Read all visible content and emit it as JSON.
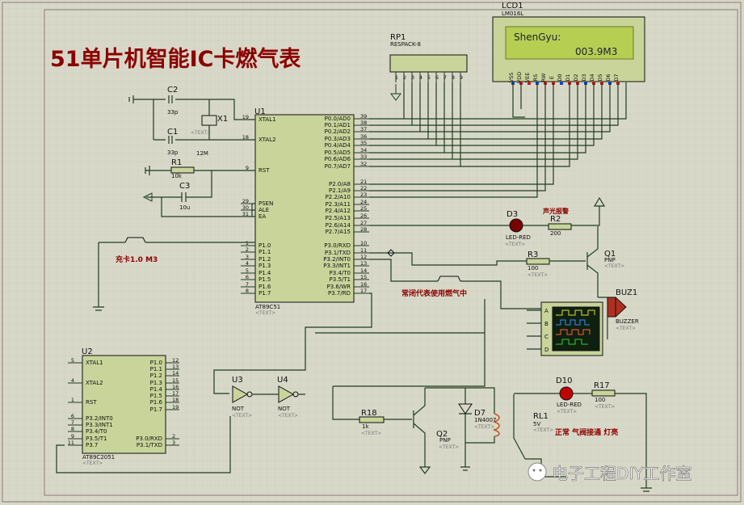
{
  "title": "51单片机智能IC卡燃气表",
  "watermark": "电子工程DIY工作室",
  "text_placeholder": "<TEXT>",
  "lcd": {
    "ref": "LCD1",
    "part": "LM016L",
    "line1": "ShenGyu:",
    "line2": "003.9M3",
    "pins": [
      "VSS",
      "VDD",
      "VEE",
      "RS",
      "RW",
      "E",
      "D0",
      "D1",
      "D2",
      "D3",
      "D4",
      "D5",
      "D6",
      "D7"
    ]
  },
  "rp1": {
    "ref": "RP1",
    "part": "RESPACK-8",
    "pins": [
      "1",
      "2",
      "3",
      "4",
      "5",
      "6",
      "7",
      "8",
      "9"
    ]
  },
  "u1": {
    "ref": "U1",
    "part": "AT89C51",
    "left_pins": [
      {
        "num": "19",
        "name": "XTAL1"
      },
      {
        "num": "18",
        "name": "XTAL2"
      },
      {
        "num": "9",
        "name": "RST"
      },
      {
        "num": "29",
        "name": "PSEN"
      },
      {
        "num": "30",
        "name": "ALE"
      },
      {
        "num": "31",
        "name": "EA"
      },
      {
        "num": "1",
        "name": "P1.0"
      },
      {
        "num": "2",
        "name": "P1.1"
      },
      {
        "num": "3",
        "name": "P1.2"
      },
      {
        "num": "4",
        "name": "P1.3"
      },
      {
        "num": "5",
        "name": "P1.4"
      },
      {
        "num": "6",
        "name": "P1.5"
      },
      {
        "num": "7",
        "name": "P1.6"
      },
      {
        "num": "8",
        "name": "P1.7"
      }
    ],
    "right_pins": [
      {
        "num": "39",
        "name": "P0.0/AD0"
      },
      {
        "num": "38",
        "name": "P0.1/AD1"
      },
      {
        "num": "37",
        "name": "P0.2/AD2"
      },
      {
        "num": "36",
        "name": "P0.3/AD3"
      },
      {
        "num": "35",
        "name": "P0.4/AD4"
      },
      {
        "num": "34",
        "name": "P0.5/AD5"
      },
      {
        "num": "33",
        "name": "P0.6/AD6"
      },
      {
        "num": "32",
        "name": "P0.7/AD7"
      },
      {
        "num": "21",
        "name": "P2.0/A8"
      },
      {
        "num": "22",
        "name": "P2.1/A9"
      },
      {
        "num": "23",
        "name": "P2.2/A10"
      },
      {
        "num": "24",
        "name": "P2.3/A11"
      },
      {
        "num": "25",
        "name": "P2.4/A12"
      },
      {
        "num": "26",
        "name": "P2.5/A13"
      },
      {
        "num": "27",
        "name": "P2.6/A14"
      },
      {
        "num": "28",
        "name": "P2.7/A15"
      },
      {
        "num": "10",
        "name": "P3.0/RXD"
      },
      {
        "num": "11",
        "name": "P3.1/TXD"
      },
      {
        "num": "12",
        "name": "P3.2/INT0"
      },
      {
        "num": "13",
        "name": "P3.3/INT1"
      },
      {
        "num": "14",
        "name": "P3.4/T0"
      },
      {
        "num": "15",
        "name": "P3.5/T1"
      },
      {
        "num": "16",
        "name": "P3.6/WR"
      },
      {
        "num": "17",
        "name": "P3.7/RD"
      }
    ]
  },
  "u2": {
    "ref": "U2",
    "part": "AT89C2051",
    "left_pins": [
      {
        "num": "5",
        "name": "XTAL1"
      },
      {
        "num": "4",
        "name": "XTAL2"
      },
      {
        "num": "1",
        "name": "RST"
      },
      {
        "num": "6",
        "name": "P3.2/INT0"
      },
      {
        "num": "7",
        "name": "P3.3/INT1"
      },
      {
        "num": "8",
        "name": "P3.4/T0"
      },
      {
        "num": "9",
        "name": "P3.5/T1"
      },
      {
        "num": "11",
        "name": "P3.7"
      }
    ],
    "right_pins": [
      {
        "num": "12",
        "name": "P1.0"
      },
      {
        "num": "13",
        "name": "P1.1"
      },
      {
        "num": "14",
        "name": "P1.2"
      },
      {
        "num": "15",
        "name": "P1.3"
      },
      {
        "num": "16",
        "name": "P1.4"
      },
      {
        "num": "17",
        "name": "P1.5"
      },
      {
        "num": "18",
        "name": "P1.6"
      },
      {
        "num": "19",
        "name": "P1.7"
      },
      {
        "num": "2",
        "name": "P3.0/RXD"
      },
      {
        "num": "3",
        "name": "P3.1/TXD"
      }
    ]
  },
  "c2": {
    "ref": "C2",
    "value": "33p"
  },
  "c1": {
    "ref": "C1",
    "value": "33p"
  },
  "x1": {
    "ref": "X1",
    "value": "12M"
  },
  "r1": {
    "ref": "R1",
    "value": "10k"
  },
  "c3": {
    "ref": "C3",
    "value": "10u"
  },
  "d3": {
    "ref": "D3",
    "part": "LED-RED"
  },
  "r2": {
    "ref": "R2",
    "value": "200"
  },
  "r3": {
    "ref": "R3",
    "value": "100"
  },
  "q1": {
    "ref": "Q1",
    "part": "PNP"
  },
  "buz1": {
    "ref": "BUZ1",
    "part": "BUZZER"
  },
  "scope": {
    "channels": [
      "A",
      "B",
      "C",
      "D"
    ]
  },
  "u3": {
    "ref": "U3",
    "part": "NOT"
  },
  "u4": {
    "ref": "U4",
    "part": "NOT"
  },
  "r18": {
    "ref": "R18",
    "value": "1k"
  },
  "q2": {
    "ref": "Q2",
    "part": "PNP"
  },
  "d7": {
    "ref": "D7",
    "part": "1N4007"
  },
  "rl1": {
    "ref": "RL1",
    "value": "5V"
  },
  "d10": {
    "ref": "D10",
    "part": "LED-RED"
  },
  "r17": {
    "ref": "R17",
    "value": "100"
  },
  "notes": {
    "alarm": "声光报警",
    "charge": "充卡1.0 M3",
    "closed": "常闭代表使用燃气中",
    "normal": "正常 气阀接通 灯亮"
  }
}
